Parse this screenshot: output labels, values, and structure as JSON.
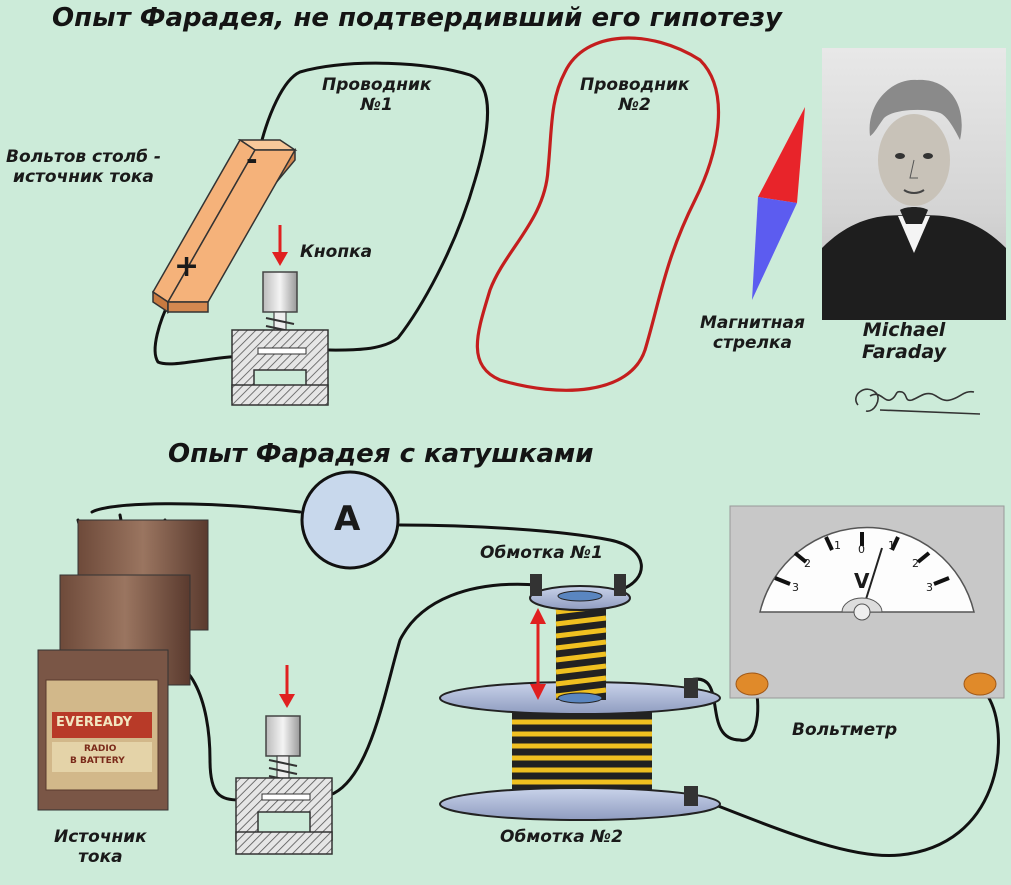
{
  "titles": {
    "experiment1": "Опыт Фарадея, не подтвердивший его гипотезу",
    "experiment2": "Опыт Фарадея с катушками"
  },
  "labels": {
    "conductor1": "Проводник\n№1",
    "conductor2": "Проводник\n№2",
    "voltaic_pile": "Вольтов столб -\nисточник тока",
    "button": "Кнопка",
    "magnetic_needle": "Магнитная\nстрелка",
    "faraday_name": "Michael\nFaraday",
    "ammeter_symbol": "A",
    "winding1": "Обмотка №1",
    "winding2": "Обмотка №2",
    "voltmeter": "Вольтметр",
    "current_source": "Источник\nтока",
    "pile_minus": "-",
    "pile_plus": "+",
    "signature": "M. Faraday"
  },
  "battery": {
    "brand": "EVEREADY",
    "line1": "RADIO",
    "line2": "B BATTERY"
  },
  "voltmeter_scale": {
    "ticks": [
      "3",
      "2",
      "1",
      "0",
      "1",
      "2",
      "3"
    ],
    "unit": "V"
  },
  "colors": {
    "background": "#ccebd9",
    "wire": "#111111",
    "conductor2": "#c41e1e",
    "pile": "#f5b27a",
    "needle_north": "#e8242a",
    "needle_south": "#5c5cf0",
    "arrow": "#e02020",
    "coil": "#f0c020",
    "terminal": "#e08a2a"
  }
}
